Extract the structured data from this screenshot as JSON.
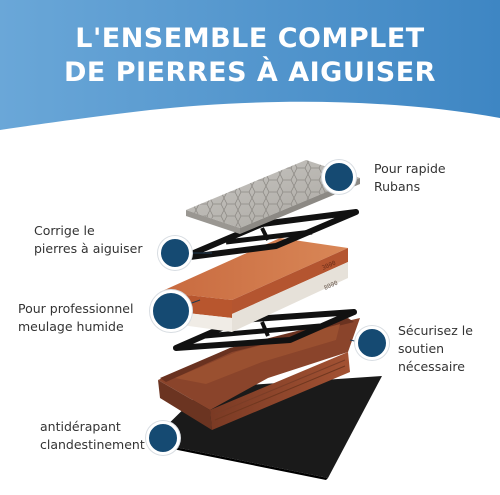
{
  "header": {
    "title_line1": "L'ENSEMBLE COMPLET",
    "title_line2": "DE PIERRES À AIGUISER"
  },
  "stone_labels": {
    "top": "3000",
    "bottom": "8000"
  },
  "callouts": [
    {
      "line1": "Pour rapide",
      "line2": "Rubans"
    },
    {
      "line1": "Corrige le",
      "line2": "pierres à aiguiser"
    },
    {
      "line1": "Pour professionnel",
      "line2": "meulage humide"
    },
    {
      "line1": "Sécurisez le",
      "line2": "soutien",
      "line3": "nécessaire"
    },
    {
      "line1": "antidérapant",
      "line2": "clandestinement"
    }
  ],
  "colors": {
    "header_blue": "#5b9bd0",
    "dot_navy": "#154a72"
  }
}
